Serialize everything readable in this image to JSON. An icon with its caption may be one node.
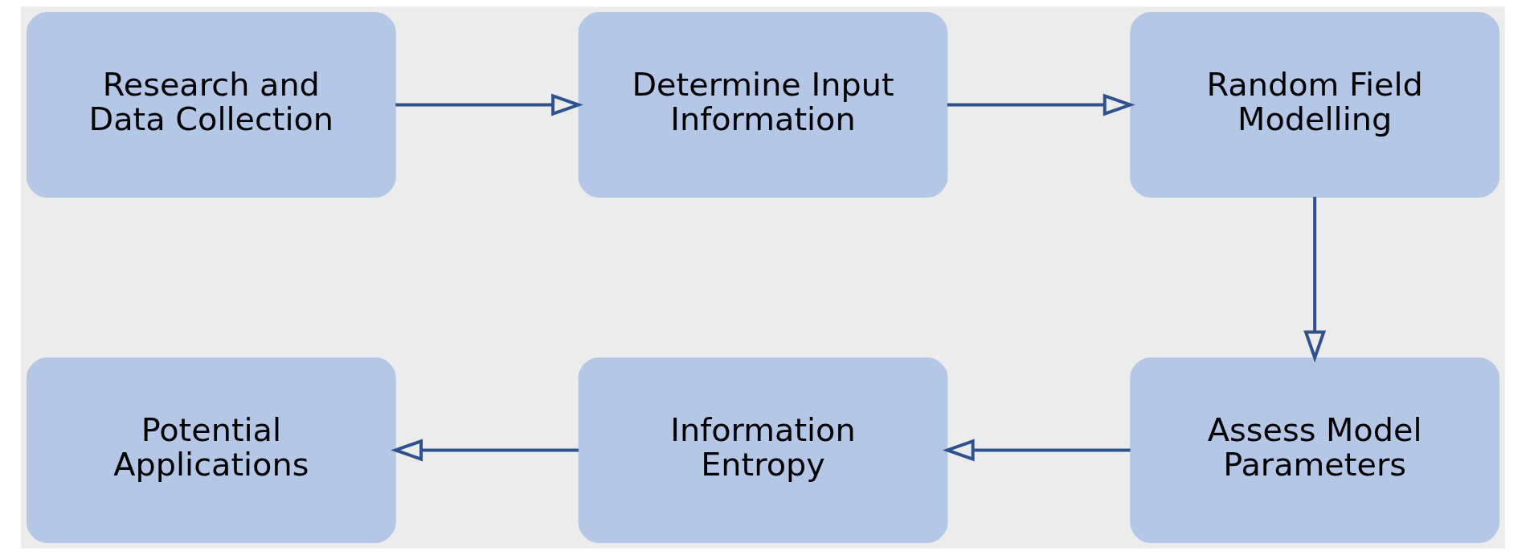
{
  "diagram": {
    "nodes": [
      {
        "text": [
          "Research and Data Collection"
        ]
      },
      {
        "text": [
          "Determine Input Information"
        ]
      },
      {
        "text": [
          "Random Field Modelling"
        ]
      },
      {
        "text": [
          "Assess Model Parameters"
        ]
      },
      {
        "text": [
          "Information Entropy"
        ]
      },
      {
        "text": [
          "Potential Applications"
        ]
      }
    ],
    "edges": [
      {
        "from": 0,
        "to": 1,
        "arrow": "to"
      },
      {
        "from": 1,
        "to": 2,
        "arrow": "to"
      },
      {
        "from": 2,
        "to": 3,
        "arrow": "to"
      },
      {
        "from": 3,
        "to": 4,
        "arrow": "to"
      },
      {
        "from": 4,
        "to": 5,
        "arrow": "to"
      }
    ]
  }
}
